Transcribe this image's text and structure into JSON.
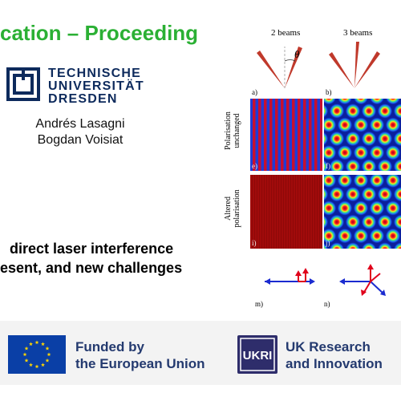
{
  "slide": {
    "title_text": "cation – Proceeding",
    "title_color": "#2bb034",
    "university_lines": [
      "TECHNISCHE",
      "UNIVERSITÄT",
      "DRESDEN"
    ],
    "authors": [
      "Andrés Lasagni",
      "Bogdan Voisiat"
    ],
    "subtitle_lines": [
      "direct laser interference",
      "esent, and new challenges"
    ]
  },
  "figure": {
    "headers": [
      "2 beams",
      "3 beams"
    ],
    "angle_symbol": "θ",
    "beam_panel_labels": [
      "a)",
      "b)"
    ],
    "row_labels": [
      [
        "Polarisation",
        "unchanged"
      ],
      [
        "Altered",
        "polarisation"
      ]
    ],
    "pattern_panel_labels": [
      "e)",
      "f)",
      "i)",
      "j)"
    ],
    "polarisation_panel_labels": [
      "m)",
      "n)"
    ],
    "colors": {
      "beam": "#c0392b",
      "stripe_red": "#c8102e",
      "stripe_blue": "#1f3bd6",
      "arrow_red": "#e0001b",
      "arrow_blue": "#1a2bd0"
    }
  },
  "footer": {
    "eu_lines": [
      "Funded by",
      "the European Union"
    ],
    "ukri_logo_text": "UKRI",
    "ukri_lines": [
      "UK Research",
      "and Innovation"
    ],
    "eu_flag_color": "#0a3fa6",
    "eu_star_color": "#ffd500",
    "text_color": "#243a6f"
  }
}
